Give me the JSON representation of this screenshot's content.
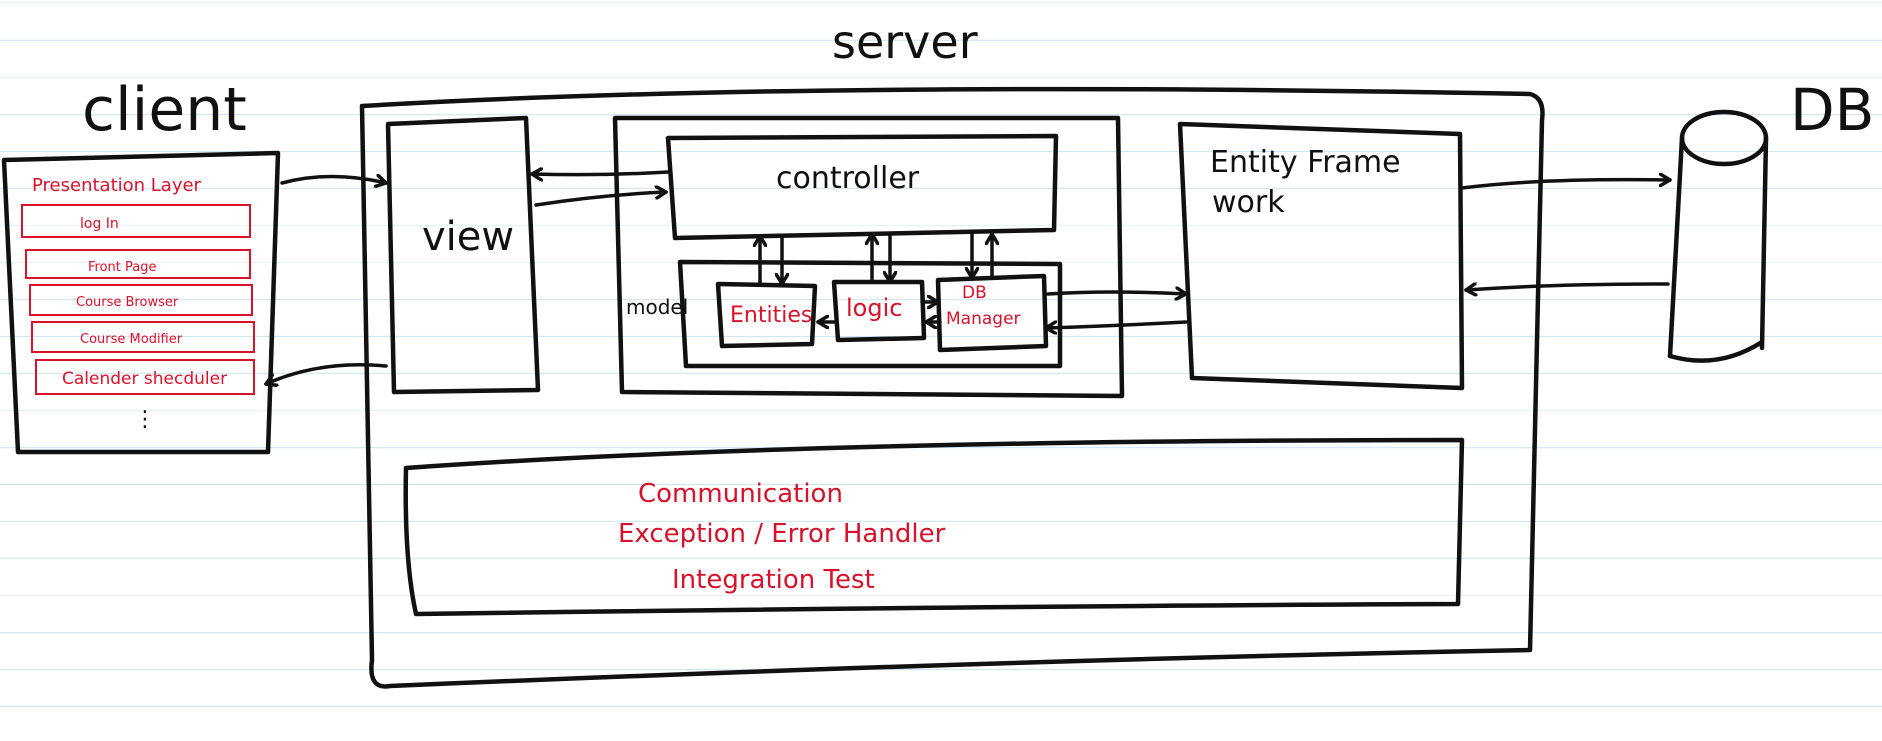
{
  "titles": {
    "server": "server",
    "client": "client",
    "db": "DB"
  },
  "client_panel": {
    "heading": "Presentation Layer",
    "items": [
      "log In",
      "Front Page",
      "Course Browser",
      "Course Modifier",
      "Calender shecduler"
    ],
    "more": "⋮"
  },
  "server_components": {
    "view": "view",
    "controller": "controller",
    "model": "model",
    "entities": "Entities",
    "logic": "logic",
    "db_manager_line1": "DB",
    "db_manager_line2": "Manager",
    "entity_framework_line1": "Entity Frame",
    "entity_framework_line2": "work"
  },
  "cross_cutting": [
    "Communication",
    "Exception / Error Handler",
    "Integration Test"
  ],
  "colors": {
    "ink": "#111111",
    "red_ink": "#d8122a",
    "ruled_line": "#cfe7f5"
  }
}
